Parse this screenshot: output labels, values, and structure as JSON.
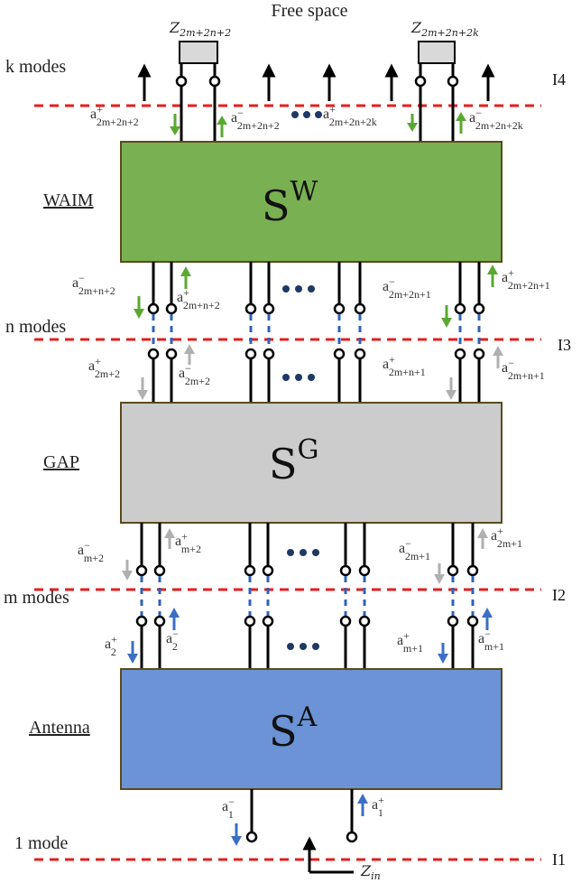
{
  "top_label": "Free space",
  "modes": {
    "k": "k modes",
    "n": "n modes",
    "m": "m modes",
    "one": "1 mode"
  },
  "blocks": {
    "waim": {
      "label": "WAIM",
      "symbol": "S",
      "sup": "W",
      "color": "#79b052"
    },
    "gap": {
      "label": "GAP",
      "symbol": "S",
      "sup": "G",
      "color": "#cccccc"
    },
    "antenna": {
      "label": "Antenna",
      "symbol": "S",
      "sup": "A",
      "color": "#6b93d6"
    }
  },
  "interfaces": [
    "I4",
    "I3",
    "I2",
    "I1"
  ],
  "impedances": {
    "z_left": {
      "base": "Z",
      "sub": "2m+2n+2"
    },
    "z_right": {
      "base": "Z",
      "sub": "2m+2n+2k"
    },
    "z_in": {
      "base": "Z",
      "sub": "in"
    }
  },
  "amplitudes": {
    "top_1": {
      "base": "a",
      "sup": "+",
      "sub": "2m+2n+2"
    },
    "top_2": {
      "base": "a",
      "sup": "−",
      "sub": "2m+2n+2"
    },
    "top_3": {
      "base": "a",
      "sup": "+",
      "sub": "2m+2n+2k"
    },
    "top_4": {
      "base": "a",
      "sup": "−",
      "sub": "2m+2n+2k"
    },
    "mid_1": {
      "base": "a",
      "sup": "−",
      "sub": "2m+n+2"
    },
    "mid_2": {
      "base": "a",
      "sup": "+",
      "sub": "2m+n+2"
    },
    "mid_3": {
      "base": "a",
      "sup": "−",
      "sub": "2m+2n+1"
    },
    "mid_4": {
      "base": "a",
      "sup": "+",
      "sub": "2m+2n+1"
    },
    "gap_top_1": {
      "base": "a",
      "sup": "+",
      "sub": "2m+2"
    },
    "gap_top_2": {
      "base": "a",
      "sup": "−",
      "sub": "2m+2"
    },
    "gap_top_3": {
      "base": "a",
      "sup": "+",
      "sub": "2m+n+1"
    },
    "gap_top_4": {
      "base": "a",
      "sup": "−",
      "sub": "2m+n+1"
    },
    "gap_bot_1": {
      "base": "a",
      "sup": "−",
      "sub": "m+2"
    },
    "gap_bot_2": {
      "base": "a",
      "sup": "+",
      "sub": "m+2"
    },
    "gap_bot_3": {
      "base": "a",
      "sup": "−",
      "sub": "2m+1"
    },
    "gap_bot_4": {
      "base": "a",
      "sup": "+",
      "sub": "2m+1"
    },
    "ant_top_1": {
      "base": "a",
      "sup": "+",
      "sub": "2"
    },
    "ant_top_2": {
      "base": "a",
      "sup": "−",
      "sub": "2"
    },
    "ant_top_3": {
      "base": "a",
      "sup": "+",
      "sub": "m+1"
    },
    "ant_top_4": {
      "base": "a",
      "sup": "−",
      "sub": "m+1"
    },
    "ant_bot_1": {
      "base": "a",
      "sup": "−",
      "sub": "1"
    },
    "ant_bot_2": {
      "base": "a",
      "sup": "+",
      "sub": "1"
    }
  },
  "colors": {
    "interface_line": "#e02020",
    "arrow_green": "#5aa832",
    "arrow_gray": "#b0b0b0",
    "arrow_blue": "#3a6fc4",
    "dots": "#1f3864"
  }
}
